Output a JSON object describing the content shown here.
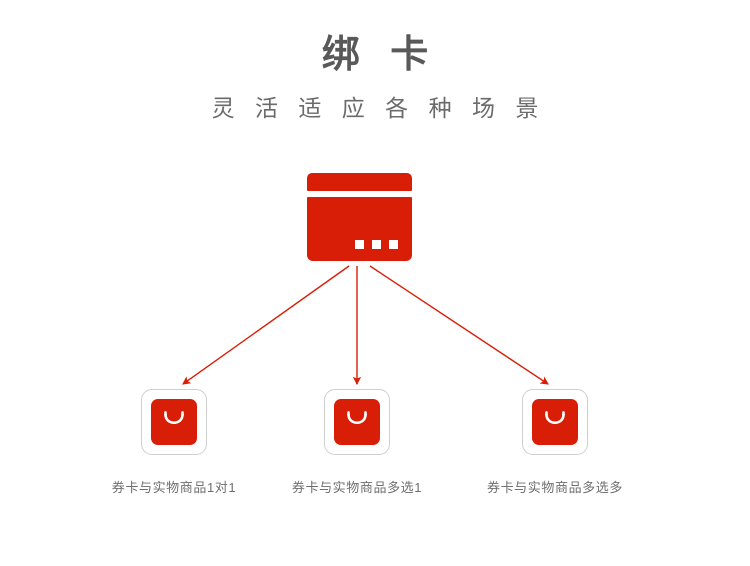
{
  "header": {
    "title": "绑 卡",
    "subtitle": "灵 活 适 应 各 种 场 景"
  },
  "source_node": {
    "icon": "credit-card-icon",
    "color": "#d81e06"
  },
  "colors": {
    "brand_red": "#d81e06",
    "title_gray": "#595959",
    "subtitle_gray": "#6b6b6b",
    "caption_gray": "#6e6e6e",
    "node_border": "#cfcfcf",
    "background": "#ffffff"
  },
  "nodes": [
    {
      "icon": "shopping-bag-icon",
      "caption": "券卡与实物商品1对1"
    },
    {
      "icon": "shopping-bag-icon",
      "caption": "券卡与实物商品多选1"
    },
    {
      "icon": "shopping-bag-icon",
      "caption": "券卡与实物商品多选多"
    }
  ],
  "connectors": [
    {
      "from": "credit-card-icon",
      "to": "node-1",
      "direction": "down-left"
    },
    {
      "from": "credit-card-icon",
      "to": "node-2",
      "direction": "down"
    },
    {
      "from": "credit-card-icon",
      "to": "node-3",
      "direction": "down-right"
    }
  ]
}
